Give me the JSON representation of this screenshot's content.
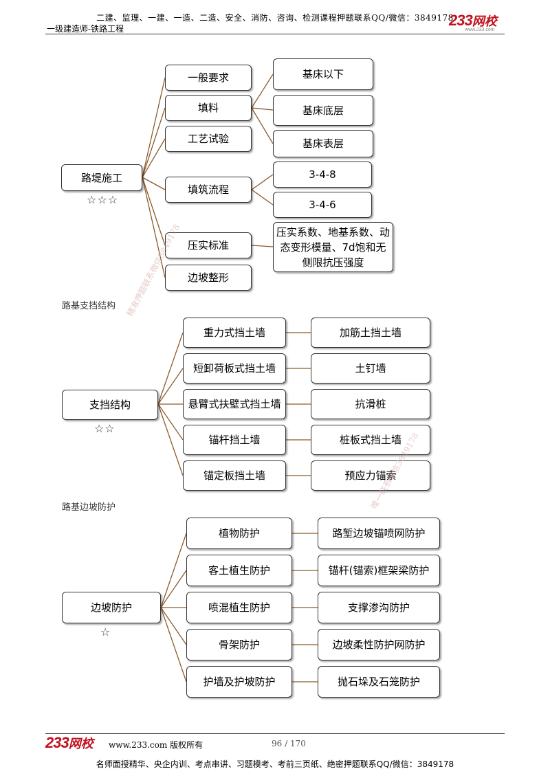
{
  "header": {
    "top_line": "二建、监理、一建、一造、二造、安全、消防、咨询、检测课程押题联系QQ/微信：3849178",
    "subtitle": "一级建造师-铁路工程",
    "logo_number": "233",
    "logo_text": "网校",
    "logo_url": "www.233.com"
  },
  "diagram1": {
    "root": "路堤施工",
    "stars": "☆☆☆",
    "mid": [
      "一般要求",
      "填料",
      "工艺试验",
      "填筑流程",
      "压实标准",
      "边坡整形"
    ],
    "fill_children": [
      "基床以下",
      "基床底层",
      "基床表层"
    ],
    "flow_children": [
      "3-4-8",
      "3-4-6"
    ],
    "compaction_child": "压实系数、地基系数、动态变形模量、7d饱和无侧限抗压强度"
  },
  "section2_title": "路基支挡结构",
  "diagram2": {
    "root": "支挡结构",
    "stars": "☆☆",
    "left": [
      "重力式挡土墙",
      "短卸荷板式挡土墙",
      "悬臂式扶壁式挡土墙",
      "锚杆挡土墙",
      "锚定板挡土墙"
    ],
    "right": [
      "加筋土挡土墙",
      "土钉墙",
      "抗滑桩",
      "桩板式挡土墙",
      "预应力锚索"
    ]
  },
  "section3_title": "路基边坡防护",
  "diagram3": {
    "root": "边坡防护",
    "stars": "☆",
    "left": [
      "植物防护",
      "客土植生防护",
      "喷混植生防护",
      "骨架防护",
      "护墙及护坡防护"
    ],
    "right": [
      "路堑边坡锚喷网防护",
      "锚杆(锚索)框架梁防护",
      "支撑渗沟防护",
      "边坡柔性防护网防护",
      "抛石垛及石笼防护"
    ]
  },
  "watermarks": [
    "精准押题联系微信3849178",
    "唯一联系微信3849178"
  ],
  "footer": {
    "logo_number": "233",
    "logo_text": "网校",
    "site": "www.233.com 版权所有",
    "page": "96 / 170",
    "bottom_line": "名师面授精华、央企内训、考点串讲、习题模考、考前三页纸、绝密押题联系QQ/微信：3849178"
  },
  "colors": {
    "connector": "#8b5a2b",
    "logo_red": "#c1121f",
    "border": "#333333"
  }
}
